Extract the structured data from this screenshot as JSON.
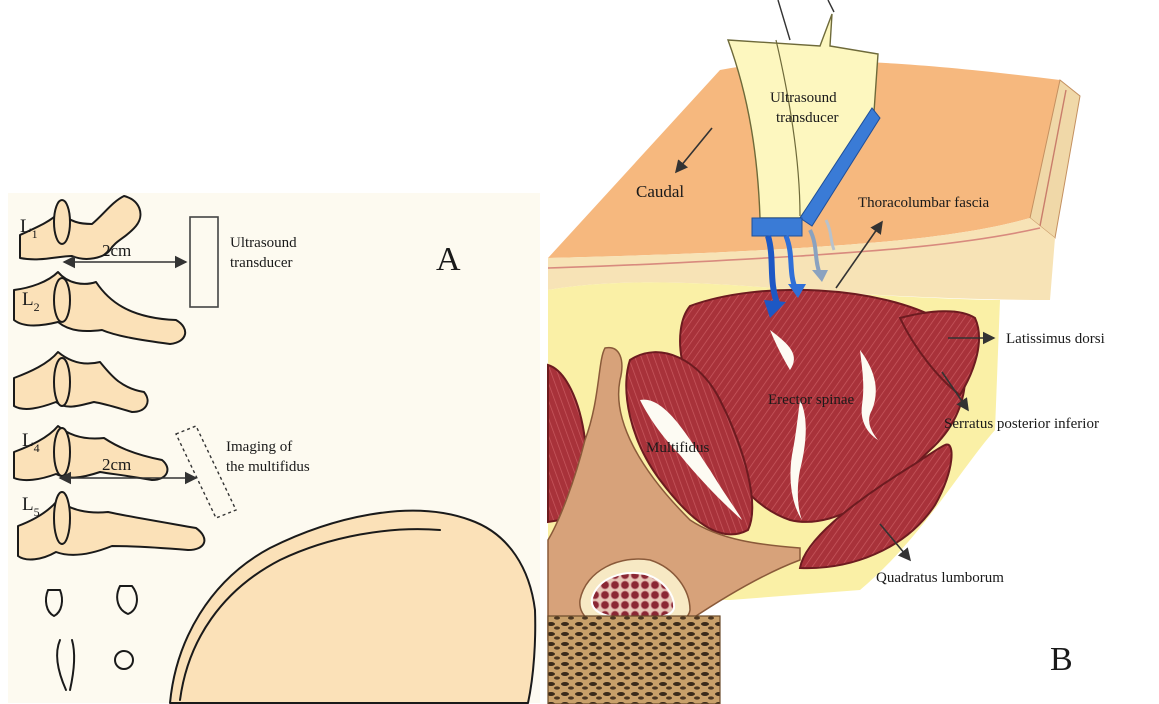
{
  "panel_a": {
    "letter": "A",
    "vertebra_labels": [
      {
        "letter": "L",
        "sub": "1"
      },
      {
        "letter": "L",
        "sub": "2"
      },
      {
        "letter": "L",
        "sub": "4"
      },
      {
        "letter": "L",
        "sub": "5"
      }
    ],
    "distance_top": "2cm",
    "distance_bottom": "2cm",
    "transducer_label_line1": "Ultrasound",
    "transducer_label_line2": "transducer",
    "imaging_label_line1": "Imaging of",
    "imaging_label_line2": "the multifidus",
    "colors": {
      "background": "#fdfaf0",
      "bone": "#fbe1b8"
    }
  },
  "panel_b": {
    "letter": "B",
    "transducer_label_line1": "Ultrasound",
    "transducer_label_line2": "transducer",
    "direction_label": "Caudal",
    "labels": {
      "thoracolumbar_fascia": "Thoracolumbar fascia",
      "latissimus_dorsi": "Latissimus dorsi",
      "erector_spinae": "Erector spinae",
      "serratus_posterior_inferior": "Serratus posterior inferior",
      "multifidus": "Multifidus",
      "quadratus_lumborum": "Quadratus lumborum"
    },
    "colors": {
      "skin": "#f6b87e",
      "fat": "#f7e9c4",
      "fascia": "#faf19a",
      "muscle": "#a8323a",
      "bone": "#d7a27a",
      "transducer": "#fdf7bf",
      "beam": "#2c6fd6"
    }
  }
}
